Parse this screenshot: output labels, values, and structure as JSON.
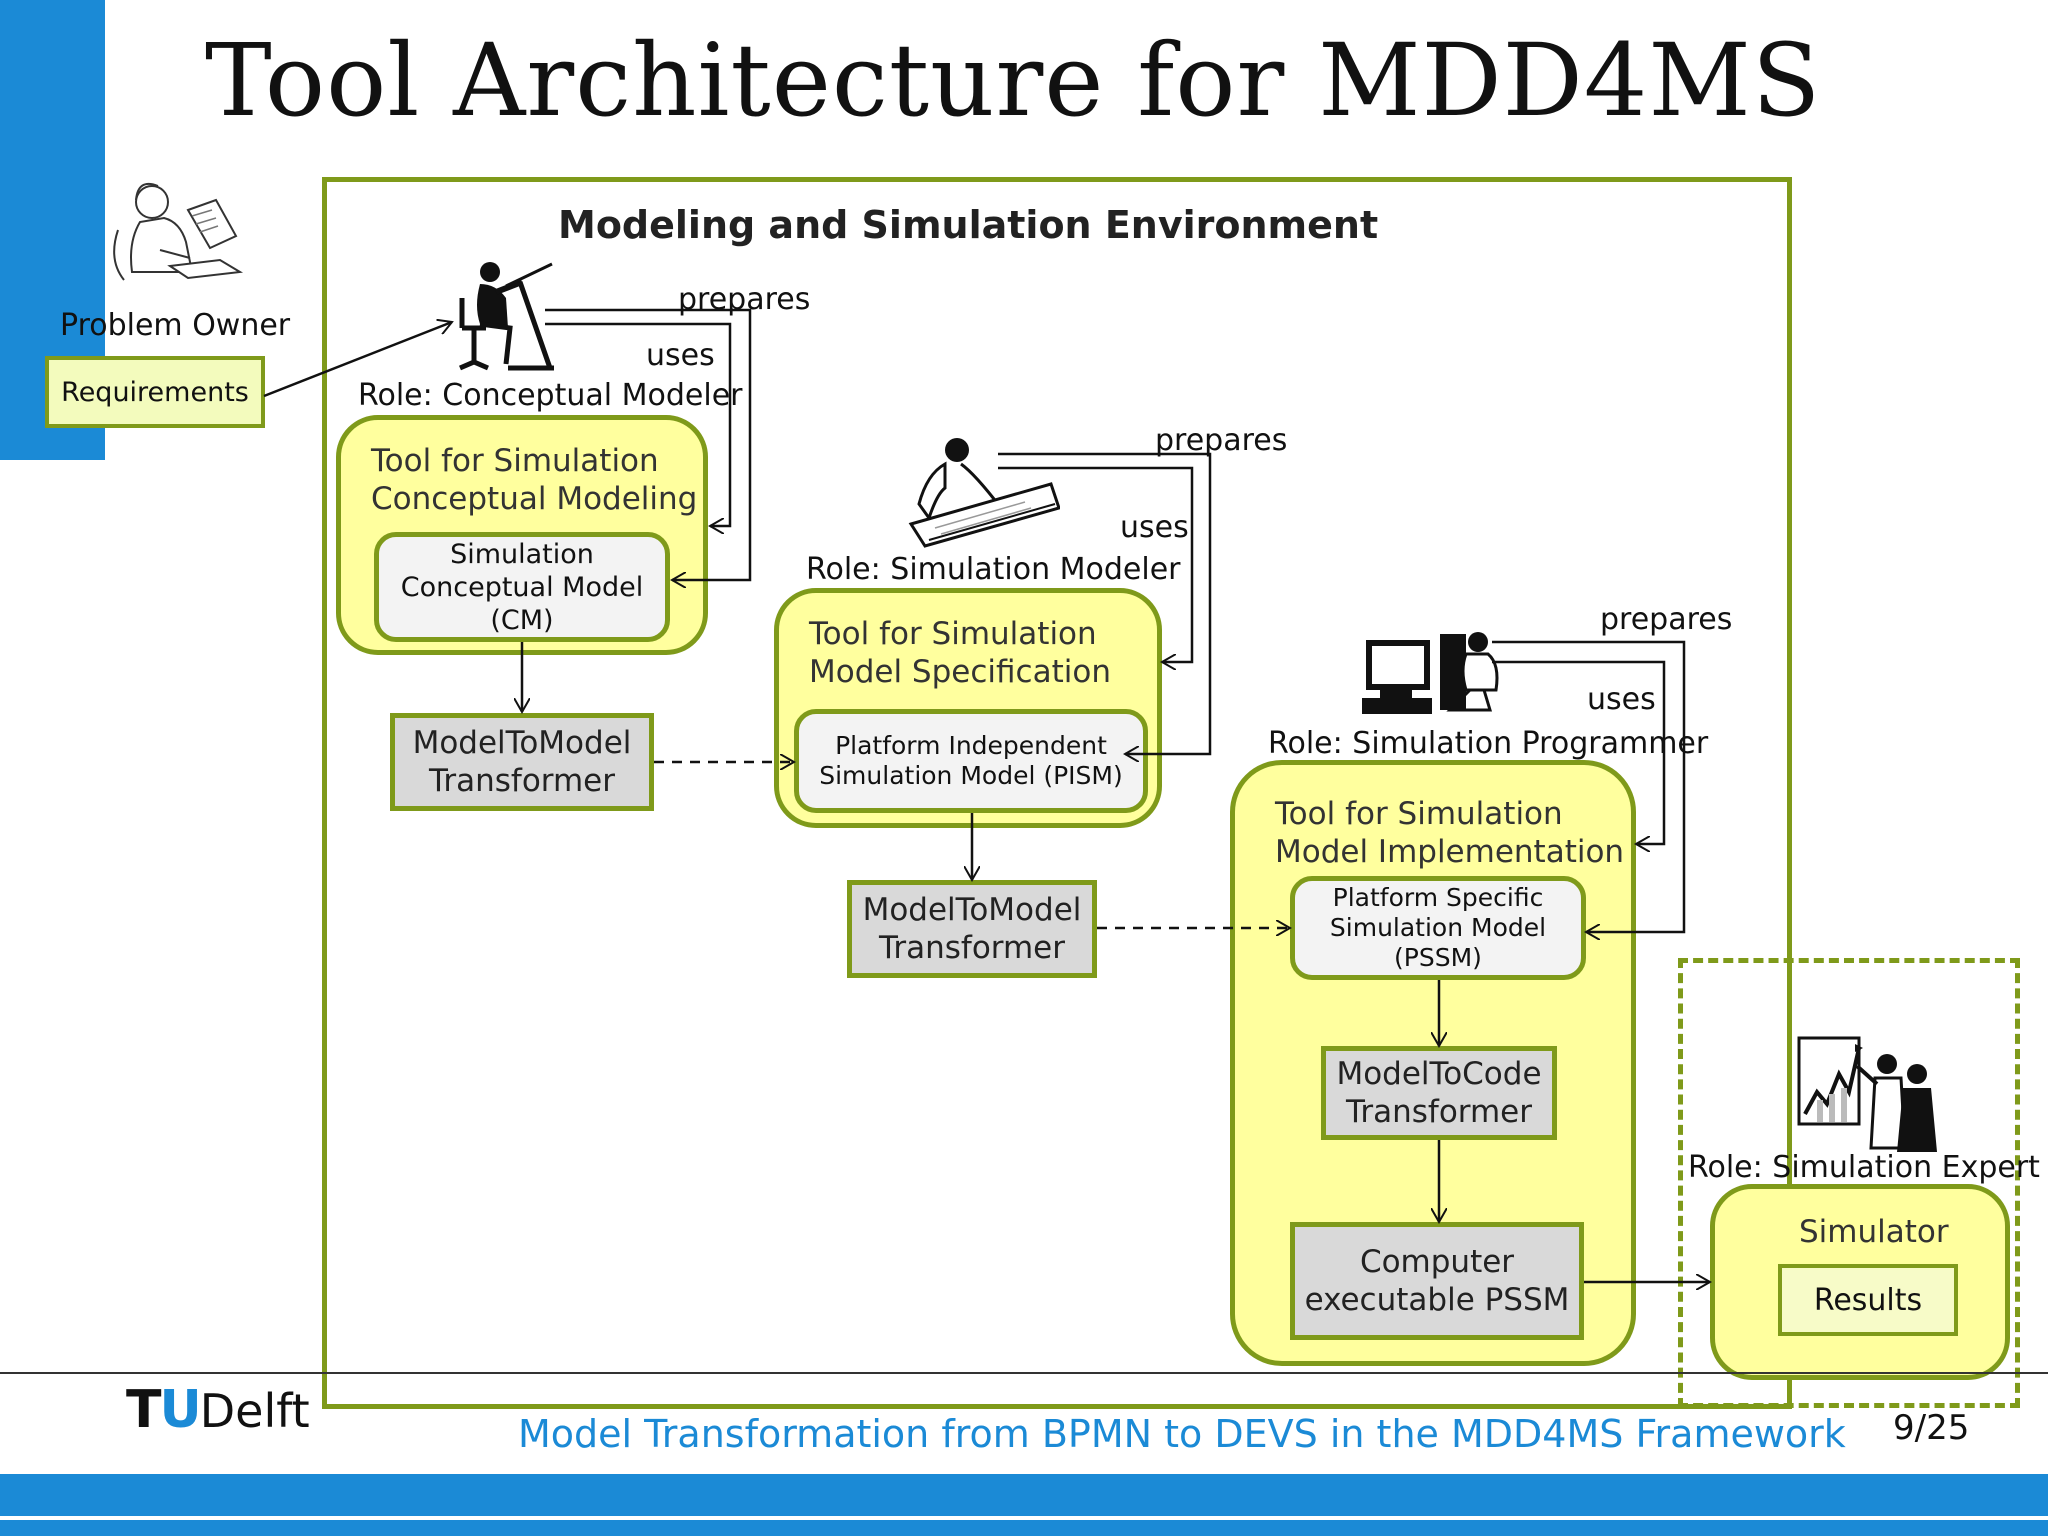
{
  "slide": {
    "title": "Tool Architecture for MDD4MS",
    "footer_text": "Model Transformation from BPMN to DEVS in the MDD4MS Framework",
    "page_number": "9/25",
    "logo": "TUDelft"
  },
  "colors": {
    "accent_blue": "#1b8ad6",
    "frame_green": "#7f9a1a",
    "tool_yellow": "#ffff9e",
    "transformer_gray": "#d9d9d9"
  },
  "diagram": {
    "environment_title": "Modeling and Simulation Environment",
    "problem_owner": {
      "label": "Problem Owner",
      "icon": "person-reading-icon"
    },
    "requirements": "Requirements",
    "roles": {
      "conceptual_modeler": "Role: Conceptual Modeler",
      "simulation_modeler": "Role: Simulation Modeler",
      "simulation_programmer": "Role: Simulation Programmer",
      "simulation_expert": "Role: Simulation Expert"
    },
    "edge_labels": {
      "prepares": "prepares",
      "uses": "uses"
    },
    "tools": {
      "conceptual": {
        "line1": "Tool for Simulation",
        "line2": "Conceptual Modeling"
      },
      "specification": {
        "line1": "Tool for Simulation",
        "line2": "Model Specification"
      },
      "implementation": {
        "line1": "Tool for Simulation",
        "line2": "Model Implementation"
      },
      "simulator": "Simulator"
    },
    "models": {
      "cm": {
        "line1": "Simulation",
        "line2": "Conceptual Model",
        "line3": "(CM)"
      },
      "pism": {
        "line1": "Platform Independent",
        "line2": "Simulation Model (PISM)"
      },
      "pssm": {
        "line1": "Platform Specific",
        "line2": "Simulation Model",
        "line3": "(PSSM)"
      }
    },
    "transformers": {
      "m2m1": {
        "line1": "ModelToModel",
        "line2": "Transformer"
      },
      "m2m2": {
        "line1": "ModelToModel",
        "line2": "Transformer"
      },
      "m2c": {
        "line1": "ModelToCode",
        "line2": "Transformer"
      },
      "exec": {
        "line1": "Computer",
        "line2": "executable PSSM"
      }
    },
    "results": "Results"
  }
}
